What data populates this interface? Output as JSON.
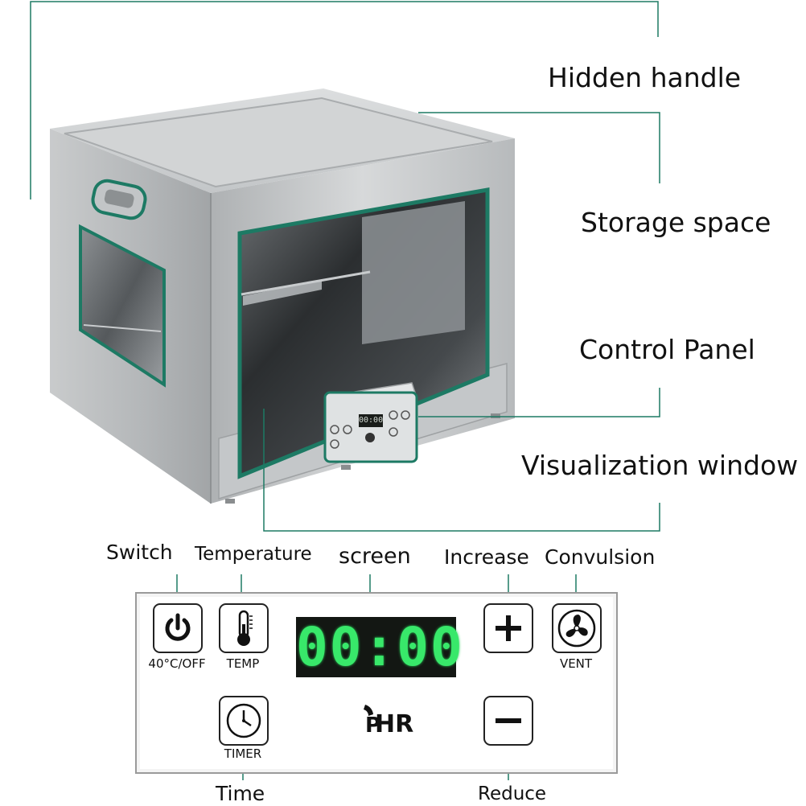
{
  "callouts": {
    "hidden_handle": "Hidden handle",
    "storage_space": "Storage space",
    "control_panel": "Control Panel",
    "visualization_window": "Visualization window"
  },
  "panel_labels": {
    "switch": "Switch",
    "temperature": "Temperature",
    "screen": "screen",
    "increase": "Increase",
    "convulsion": "Convulsion",
    "time": "Time",
    "reduce": "Reduce"
  },
  "button_labels": {
    "power": "40°C/OFF",
    "temp": "TEMP",
    "vent": "VENT",
    "timer": "TIMER"
  },
  "display": {
    "time": "00:00"
  },
  "brand": {
    "logo_text": "HR"
  },
  "colors": {
    "outline": "#1d7a64",
    "lcd_digits": "#38e86a",
    "cabinet_steel": "#b9bcbe"
  },
  "icons": [
    "power-icon",
    "thermometer-icon",
    "plus-icon",
    "fan-icon",
    "clock-icon",
    "minus-icon",
    "brand-logo-icon"
  ]
}
